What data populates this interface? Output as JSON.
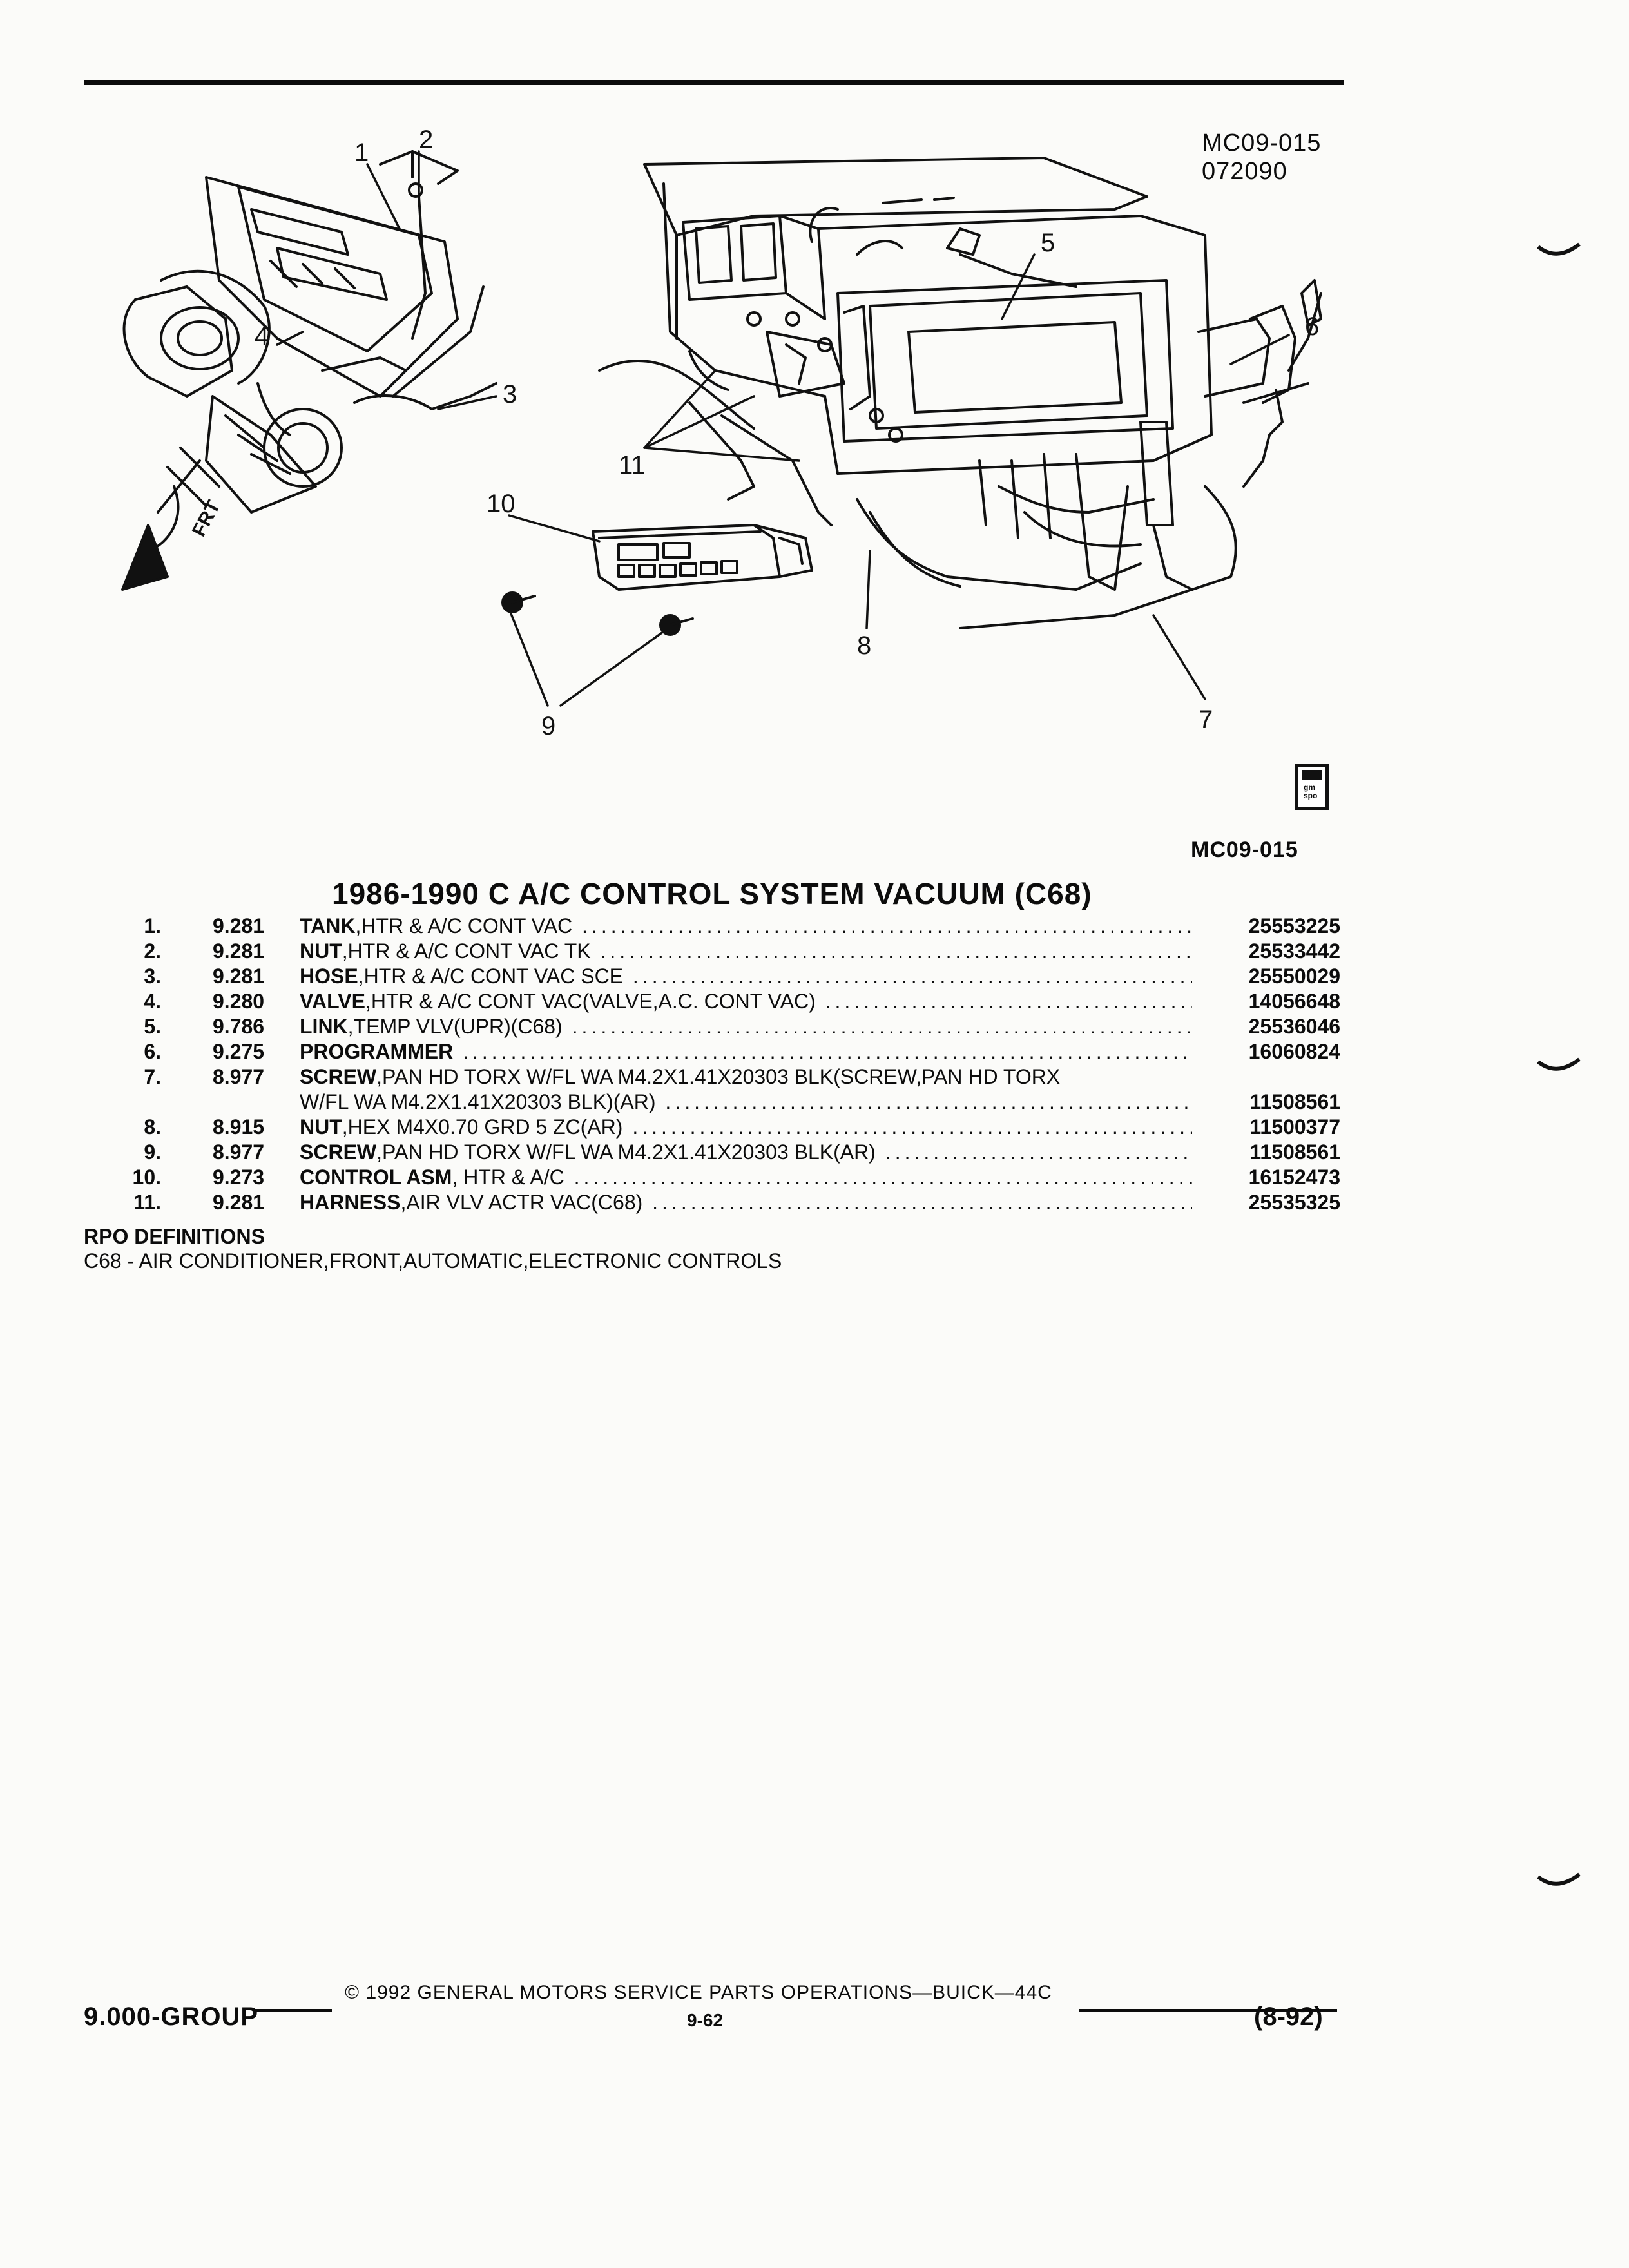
{
  "figure": {
    "code": "MC09-015",
    "date": "072090",
    "code_bottom": "MC09-015"
  },
  "diagram": {
    "callouts": [
      "1",
      "2",
      "3",
      "4",
      "5",
      "6",
      "7",
      "8",
      "9",
      "10",
      "11"
    ],
    "direction_label": "FRT"
  },
  "gm_icon_text": [
    "gm",
    "spo"
  ],
  "section_title": "1986-1990 C A/C CONTROL SYSTEM VACUUM (C68)",
  "parts": [
    {
      "num": "1.",
      "group": "9.281",
      "name": "TANK",
      "desc": ",HTR & A/C CONT VAC",
      "part_no": "25553225"
    },
    {
      "num": "2.",
      "group": "9.281",
      "name": "NUT",
      "desc": ",HTR & A/C CONT VAC TK",
      "part_no": "25533442"
    },
    {
      "num": "3.",
      "group": "9.281",
      "name": "HOSE",
      "desc": ",HTR & A/C CONT VAC SCE",
      "part_no": "25550029"
    },
    {
      "num": "4.",
      "group": "9.280",
      "name": "VALVE",
      "desc": ",HTR & A/C CONT VAC(VALVE,A.C. CONT VAC)",
      "part_no": "14056648"
    },
    {
      "num": "5.",
      "group": "9.786",
      "name": "LINK",
      "desc": ",TEMP VLV(UPR)(C68)",
      "part_no": "25536046"
    },
    {
      "num": "6.",
      "group": "9.275",
      "name": "PROGRAMMER",
      "desc": "",
      "part_no": "16060824"
    },
    {
      "num": "7.",
      "group": "8.977",
      "name": "SCREW",
      "desc": ",PAN HD TORX W/FL WA M4.2X1.41X20303 BLK(SCREW,PAN HD TORX",
      "continuation": "W/FL WA M4.2X1.41X20303 BLK)(AR)",
      "part_no": "11508561"
    },
    {
      "num": "8.",
      "group": "8.915",
      "name": "NUT",
      "desc": ",HEX M4X0.70 GRD 5 ZC(AR)",
      "part_no": "11500377"
    },
    {
      "num": "9.",
      "group": "8.977",
      "name": "SCREW",
      "desc": ",PAN HD TORX W/FL WA M4.2X1.41X20303 BLK(AR)",
      "part_no": "11508561"
    },
    {
      "num": "10.",
      "group": "9.273",
      "name": "CONTROL ASM",
      "desc": ", HTR & A/C",
      "part_no": "16152473"
    },
    {
      "num": "11.",
      "group": "9.281",
      "name": "HARNESS",
      "desc": ",AIR VLV ACTR VAC(C68)",
      "part_no": "25535325"
    }
  ],
  "rpo": {
    "heading": "RPO DEFINITIONS",
    "definition": "C68 - AIR CONDITIONER,FRONT,AUTOMATIC,ELECTRONIC CONTROLS"
  },
  "footer": {
    "group": "9.000-GROUP",
    "copyright": "© 1992 GENERAL MOTORS SERVICE PARTS OPERATIONS—BUICK—44C",
    "page": "9-62",
    "revision": "(8-92)"
  }
}
